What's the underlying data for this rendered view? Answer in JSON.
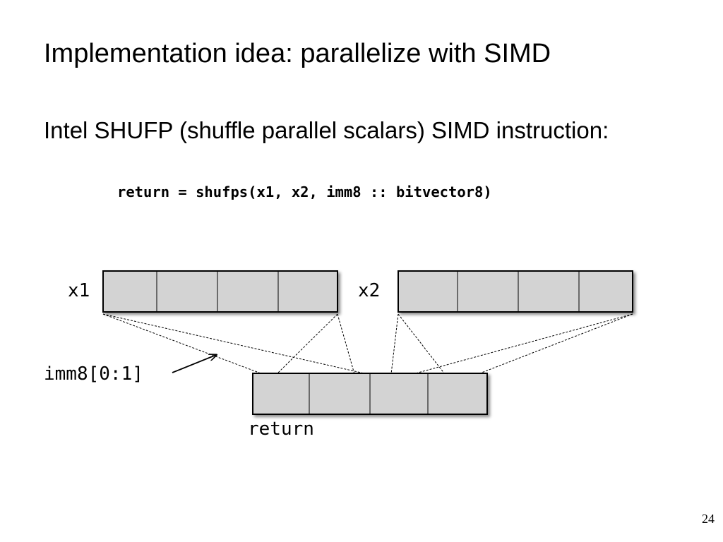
{
  "slide": {
    "title": "Implementation idea: parallelize with SIMD",
    "subtitle": "Intel SHUFP (shuffle parallel scalars) SIMD instruction:",
    "code": "return = shufps(x1, x2, imm8 :: bitvector8)",
    "page_number": "24"
  },
  "diagram": {
    "x1_label": "x1",
    "x2_label": "x2",
    "imm_label": "imm8[0:1]",
    "return_label": "return",
    "cell_fill": "#d3d3d3",
    "border_color": "#000000"
  }
}
